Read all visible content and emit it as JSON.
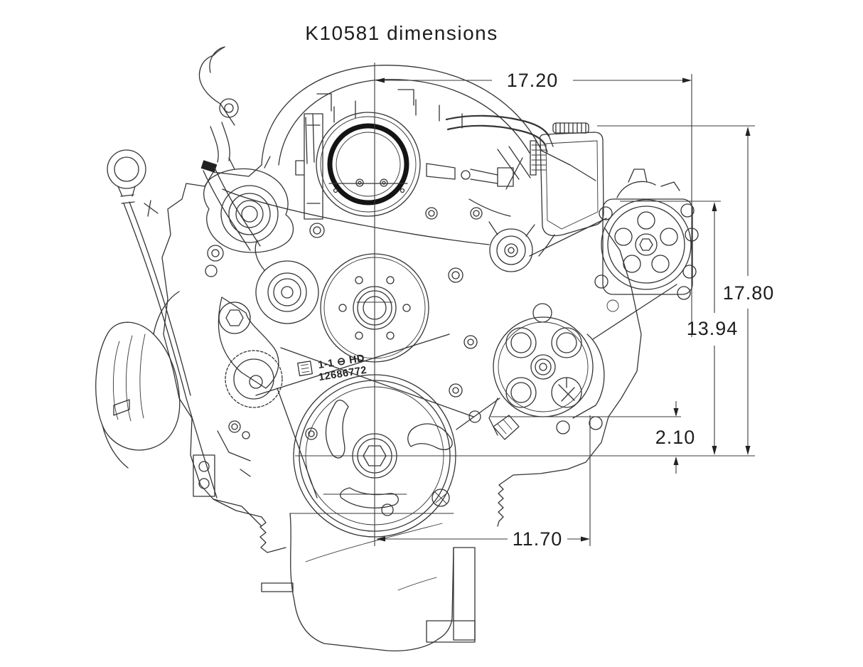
{
  "page": {
    "title": "K10581 dimensions",
    "background_color": "#ffffff",
    "line_color": "#343434"
  },
  "drawing": {
    "subject": "engine-front-view-line-drawing",
    "casting_mark": {
      "line1": "1-1 ⊖ HD",
      "line2": "12686772"
    },
    "dimensions": {
      "top_width": {
        "label": "17.20",
        "orientation": "horizontal"
      },
      "overall_height": {
        "label": "17.80",
        "orientation": "vertical"
      },
      "compressor_height": {
        "label": "13.94",
        "orientation": "vertical"
      },
      "small_offset": {
        "label": "2.10",
        "orientation": "vertical"
      },
      "bottom_width": {
        "label": "11.70",
        "orientation": "horizontal"
      }
    }
  }
}
